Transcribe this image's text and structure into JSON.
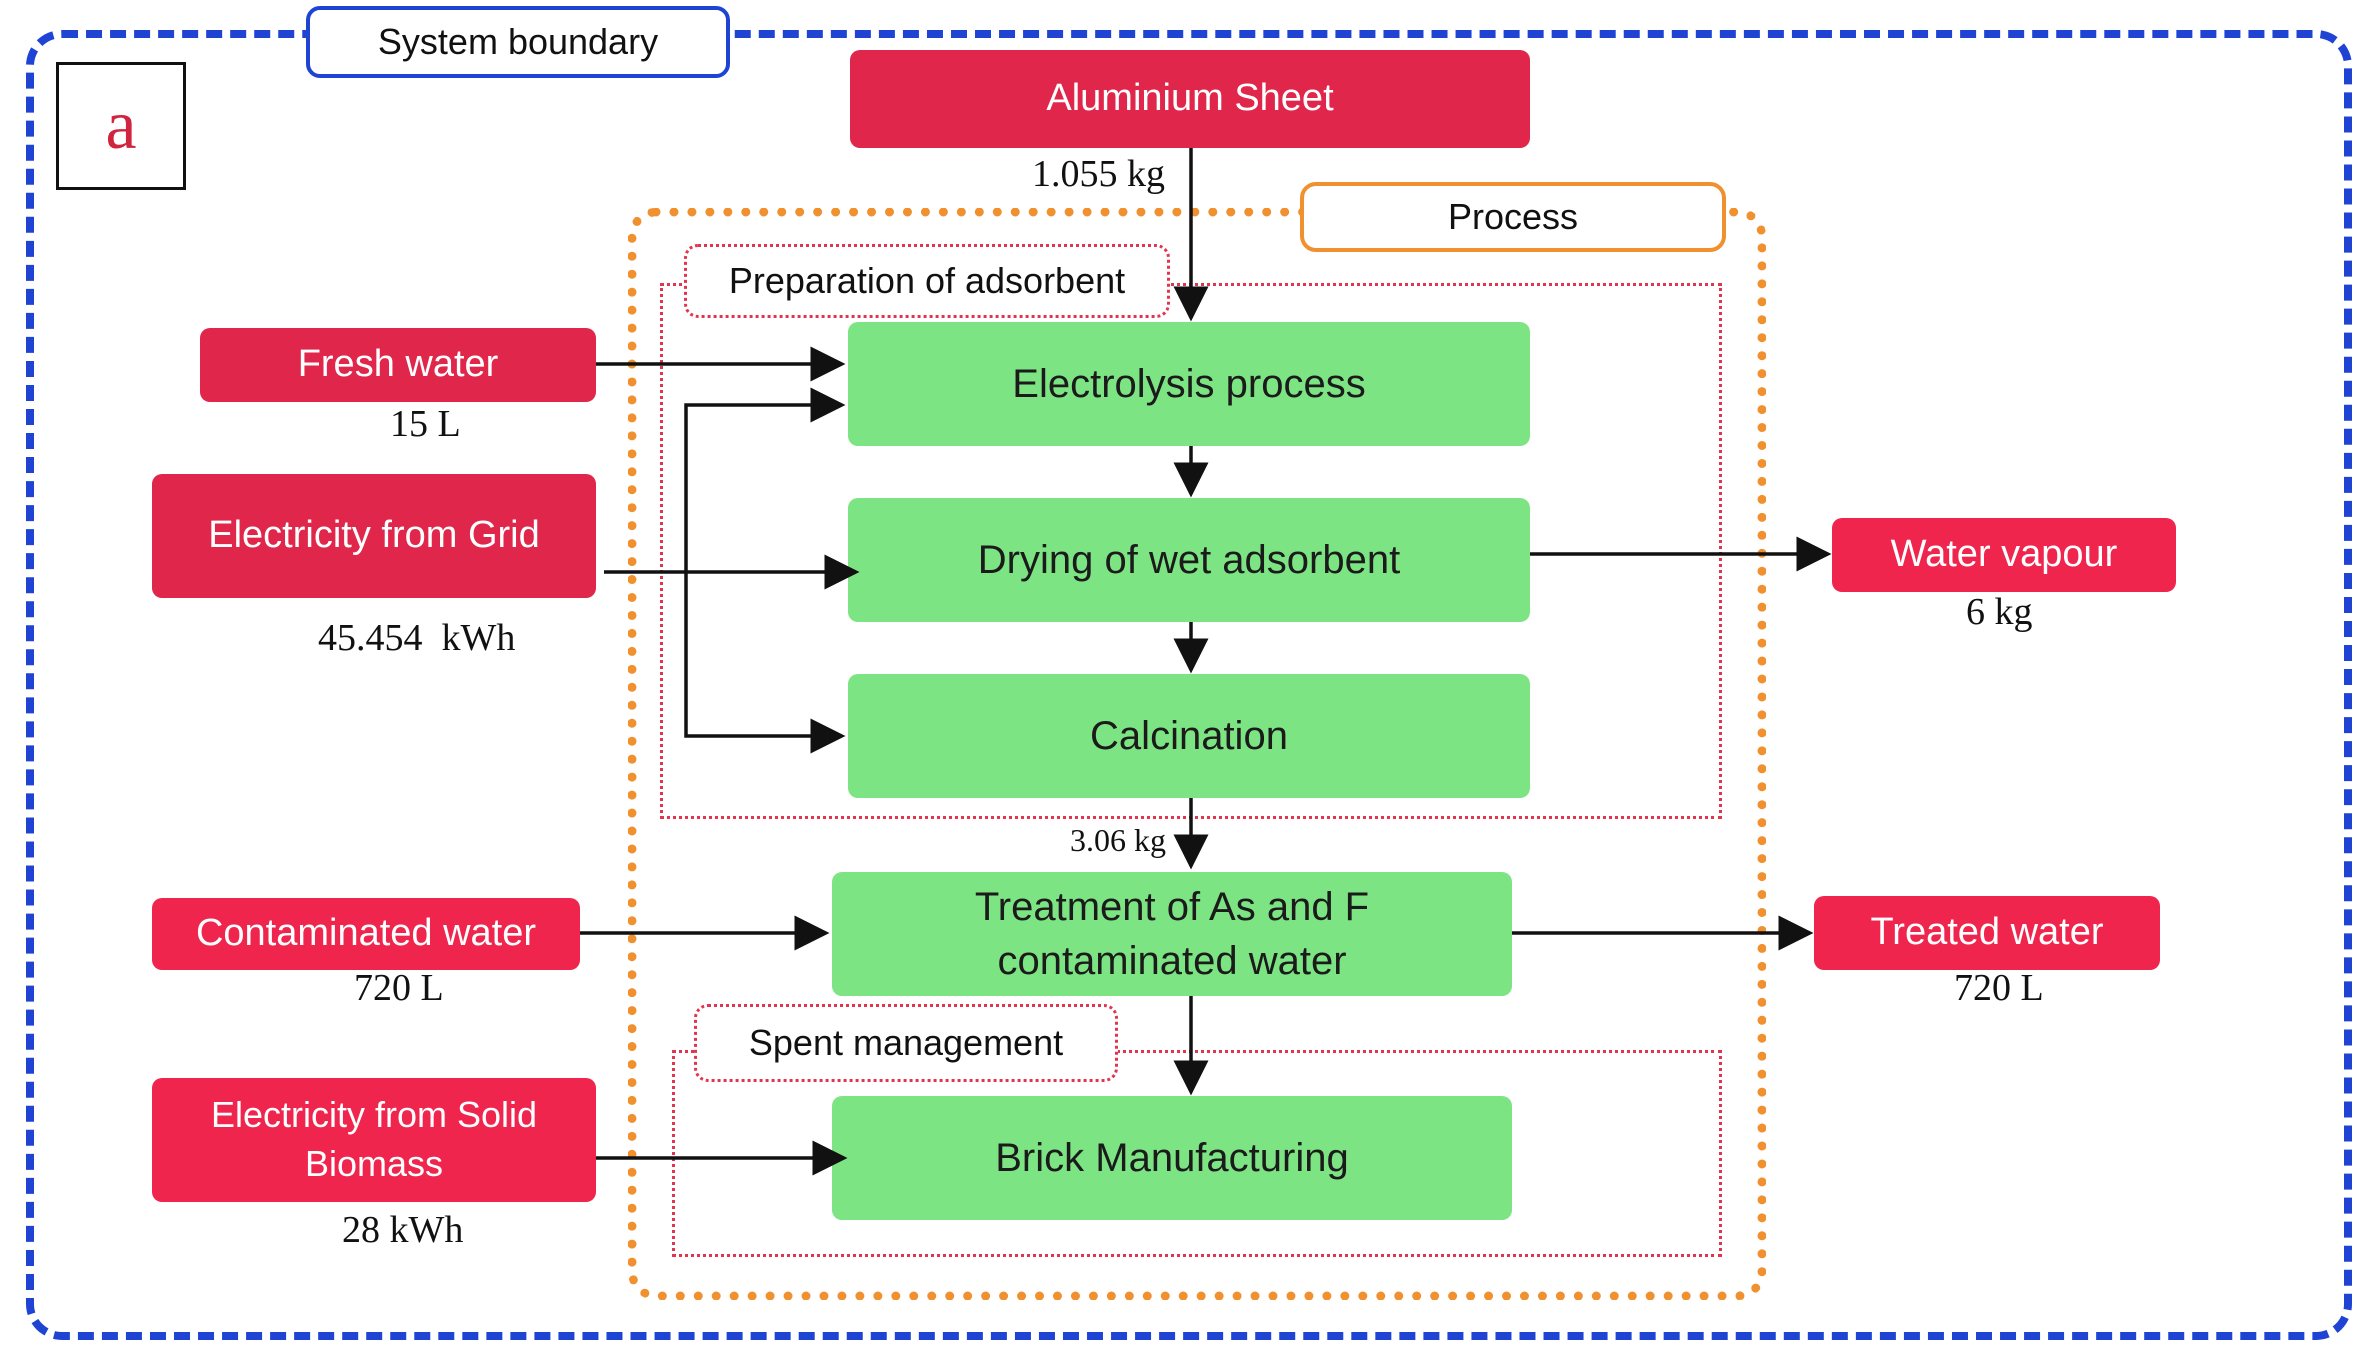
{
  "diagram": {
    "panel_tag": "a",
    "system_boundary_label": "System boundary",
    "process_label": "Process",
    "preparation_label": "Preparation of adsorbent",
    "spent_label": "Spent management",
    "inputs": {
      "aluminium_sheet": {
        "label": "Aluminium Sheet",
        "qty": "1.055 kg"
      },
      "fresh_water": {
        "label": "Fresh water",
        "qty": "15 L"
      },
      "electricity_grid": {
        "label": "Electricity from Grid",
        "qty": "45.454  kWh"
      },
      "contaminated_water": {
        "label": "Contaminated water",
        "qty": "720 L"
      },
      "electricity_biomass": {
        "label": "Electricity from Solid Biomass",
        "qty": "28 kWh"
      }
    },
    "steps": {
      "electrolysis": "Electrolysis process",
      "drying": "Drying of wet adsorbent",
      "calcination": "Calcination",
      "calcination_output_qty": "3.06 kg",
      "treatment": "Treatment of As and F contaminated water",
      "brick": "Brick Manufacturing"
    },
    "outputs": {
      "water_vapour": {
        "label": "Water vapour",
        "qty": "6 kg"
      },
      "treated_water": {
        "label": "Treated water",
        "qty": "720 L"
      }
    },
    "colors": {
      "boundary": "#1f44d4",
      "process_frame": "#f0902e",
      "subsystem_frame": "#e3344f",
      "input_output_box": "#e0264a",
      "process_step_box": "#7de483"
    }
  }
}
